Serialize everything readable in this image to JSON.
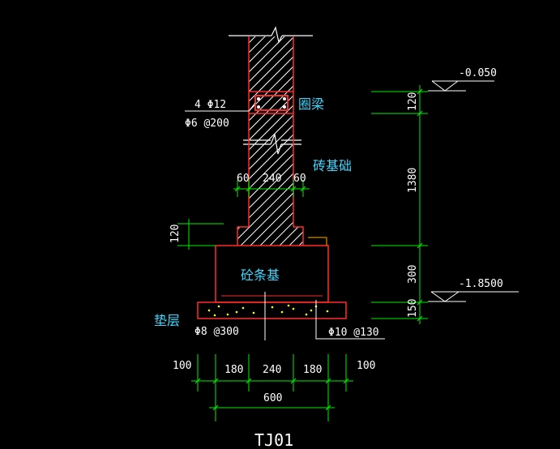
{
  "title": "TJ01",
  "labels": {
    "ring_beam": "圈梁",
    "brick_foundation": "砖基础",
    "concrete_strip": "砼条基",
    "cushion": "垫层"
  },
  "rebar": {
    "ring_main": "4 Φ12",
    "ring_stirrup": "Φ6 @200",
    "bottom_left": "Φ8 @300",
    "bottom_right": "Φ10 @130"
  },
  "elevations": {
    "top": "-0.050",
    "bottom": "-1.8500"
  },
  "dims": {
    "wall_left": "60",
    "wall_mid": "240",
    "wall_right": "60",
    "step_h": "120",
    "v_ring": "120",
    "v_brick": "1380",
    "v_strip": "300",
    "v_cushion": "150",
    "b_left_out": "100",
    "b_left": "180",
    "b_mid": "240",
    "b_right": "180",
    "b_right_out": "100",
    "b_total": "600"
  },
  "colors": {
    "outline": "#ff2a2a",
    "dimension": "#00ee00",
    "hatch": "#ffffff",
    "label": "#3fd8ff",
    "cushion_dots": "#ffff00"
  }
}
